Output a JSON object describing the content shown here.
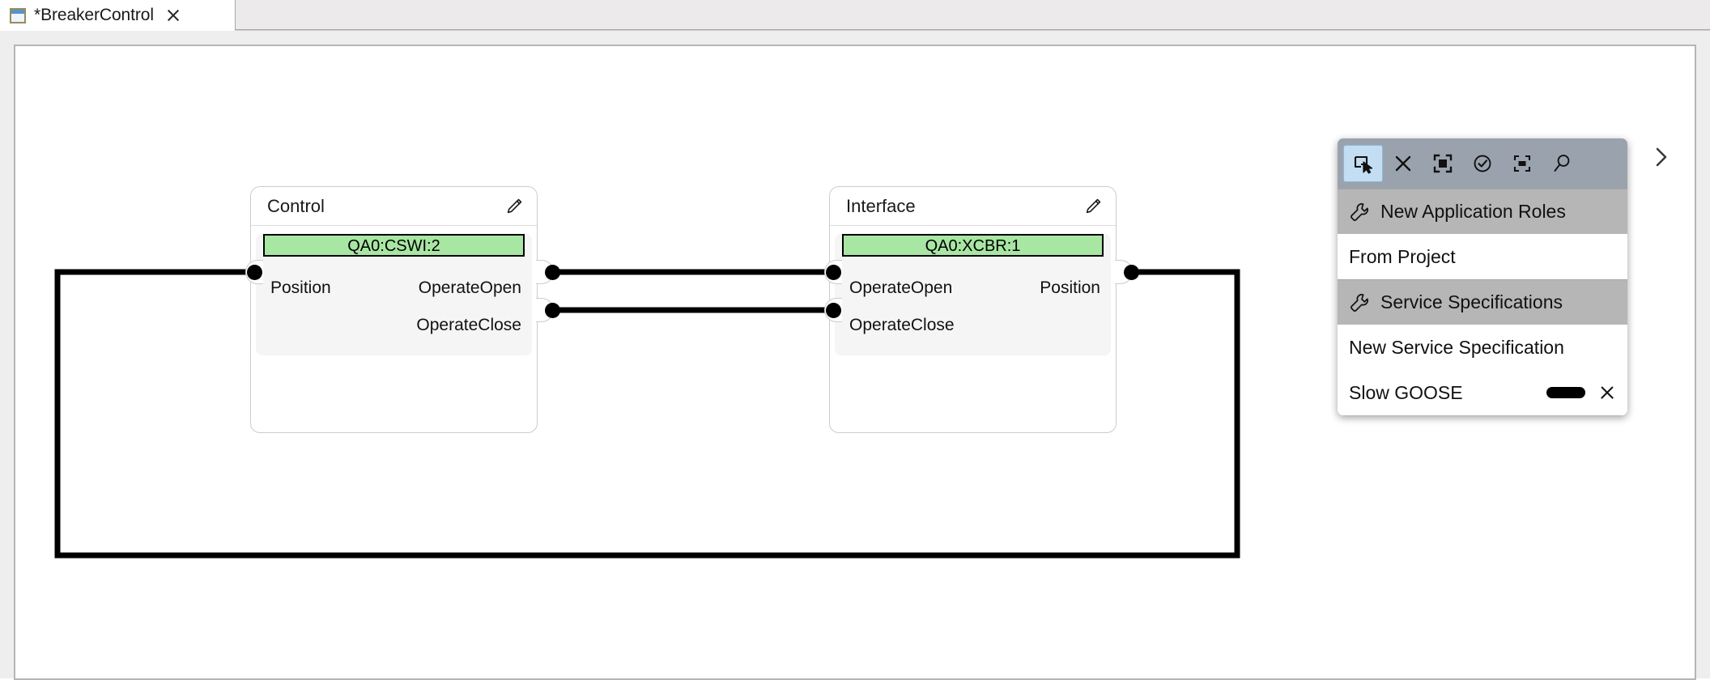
{
  "window": {
    "tab": {
      "icon": "editor-window-icon",
      "title": "*BreakerControl",
      "close_icon": "close-icon"
    }
  },
  "diagram": {
    "blocks": [
      {
        "id": "control",
        "title": "Control",
        "edit_icon": "pencil-icon",
        "lnode_tag": "QA0:CSWI:2",
        "tag_color": "#a8e6a3",
        "inputs": [
          "Position"
        ],
        "outputs": [
          "OperateOpen",
          "OperateClose"
        ]
      },
      {
        "id": "interface",
        "title": "Interface",
        "edit_icon": "pencil-icon",
        "lnode_tag": "QA0:XCBR:1",
        "tag_color": "#a8e6a3",
        "inputs": [
          "OperateOpen",
          "OperateClose"
        ],
        "outputs": [
          "Position"
        ]
      }
    ],
    "connections": [
      {
        "from": "control.OperateOpen",
        "to": "interface.OperateOpen",
        "style": "straight"
      },
      {
        "from": "control.OperateClose",
        "to": "interface.OperateClose",
        "style": "straight"
      },
      {
        "from": "interface.Position",
        "to": "control.Position",
        "style": "feedback-loop"
      }
    ]
  },
  "palette": {
    "toolbar": [
      {
        "name": "select-pointer-icon",
        "active": true
      },
      {
        "name": "delete-x-icon",
        "active": false
      },
      {
        "name": "select-all-frame-icon",
        "active": false
      },
      {
        "name": "validate-check-circle-icon",
        "active": false
      },
      {
        "name": "fit-to-content-icon",
        "active": false
      },
      {
        "name": "zoom-search-icon",
        "active": false
      }
    ],
    "groups": [
      {
        "header": {
          "icon": "wrench-icon",
          "label": "New Application Roles"
        },
        "items": [
          {
            "label": "From Project",
            "swatch": false,
            "removable": false
          }
        ]
      },
      {
        "header": {
          "icon": "wrench-icon",
          "label": "Service Specifications"
        },
        "items": [
          {
            "label": "New Service Specification",
            "swatch": false,
            "removable": false
          },
          {
            "label": "Slow GOOSE",
            "swatch": true,
            "swatch_color": "#000000",
            "removable": true,
            "remove_icon": "close-icon"
          }
        ]
      }
    ],
    "expand_icon": "chevron-right-icon"
  },
  "colors": {
    "tag_green": "#a8e6a3",
    "toolbar_gray": "#9aa3ad",
    "section_gray": "#b6b6b6",
    "active_tool_blue": "#c3ddf2",
    "canvas_surround": "#efeeee"
  }
}
